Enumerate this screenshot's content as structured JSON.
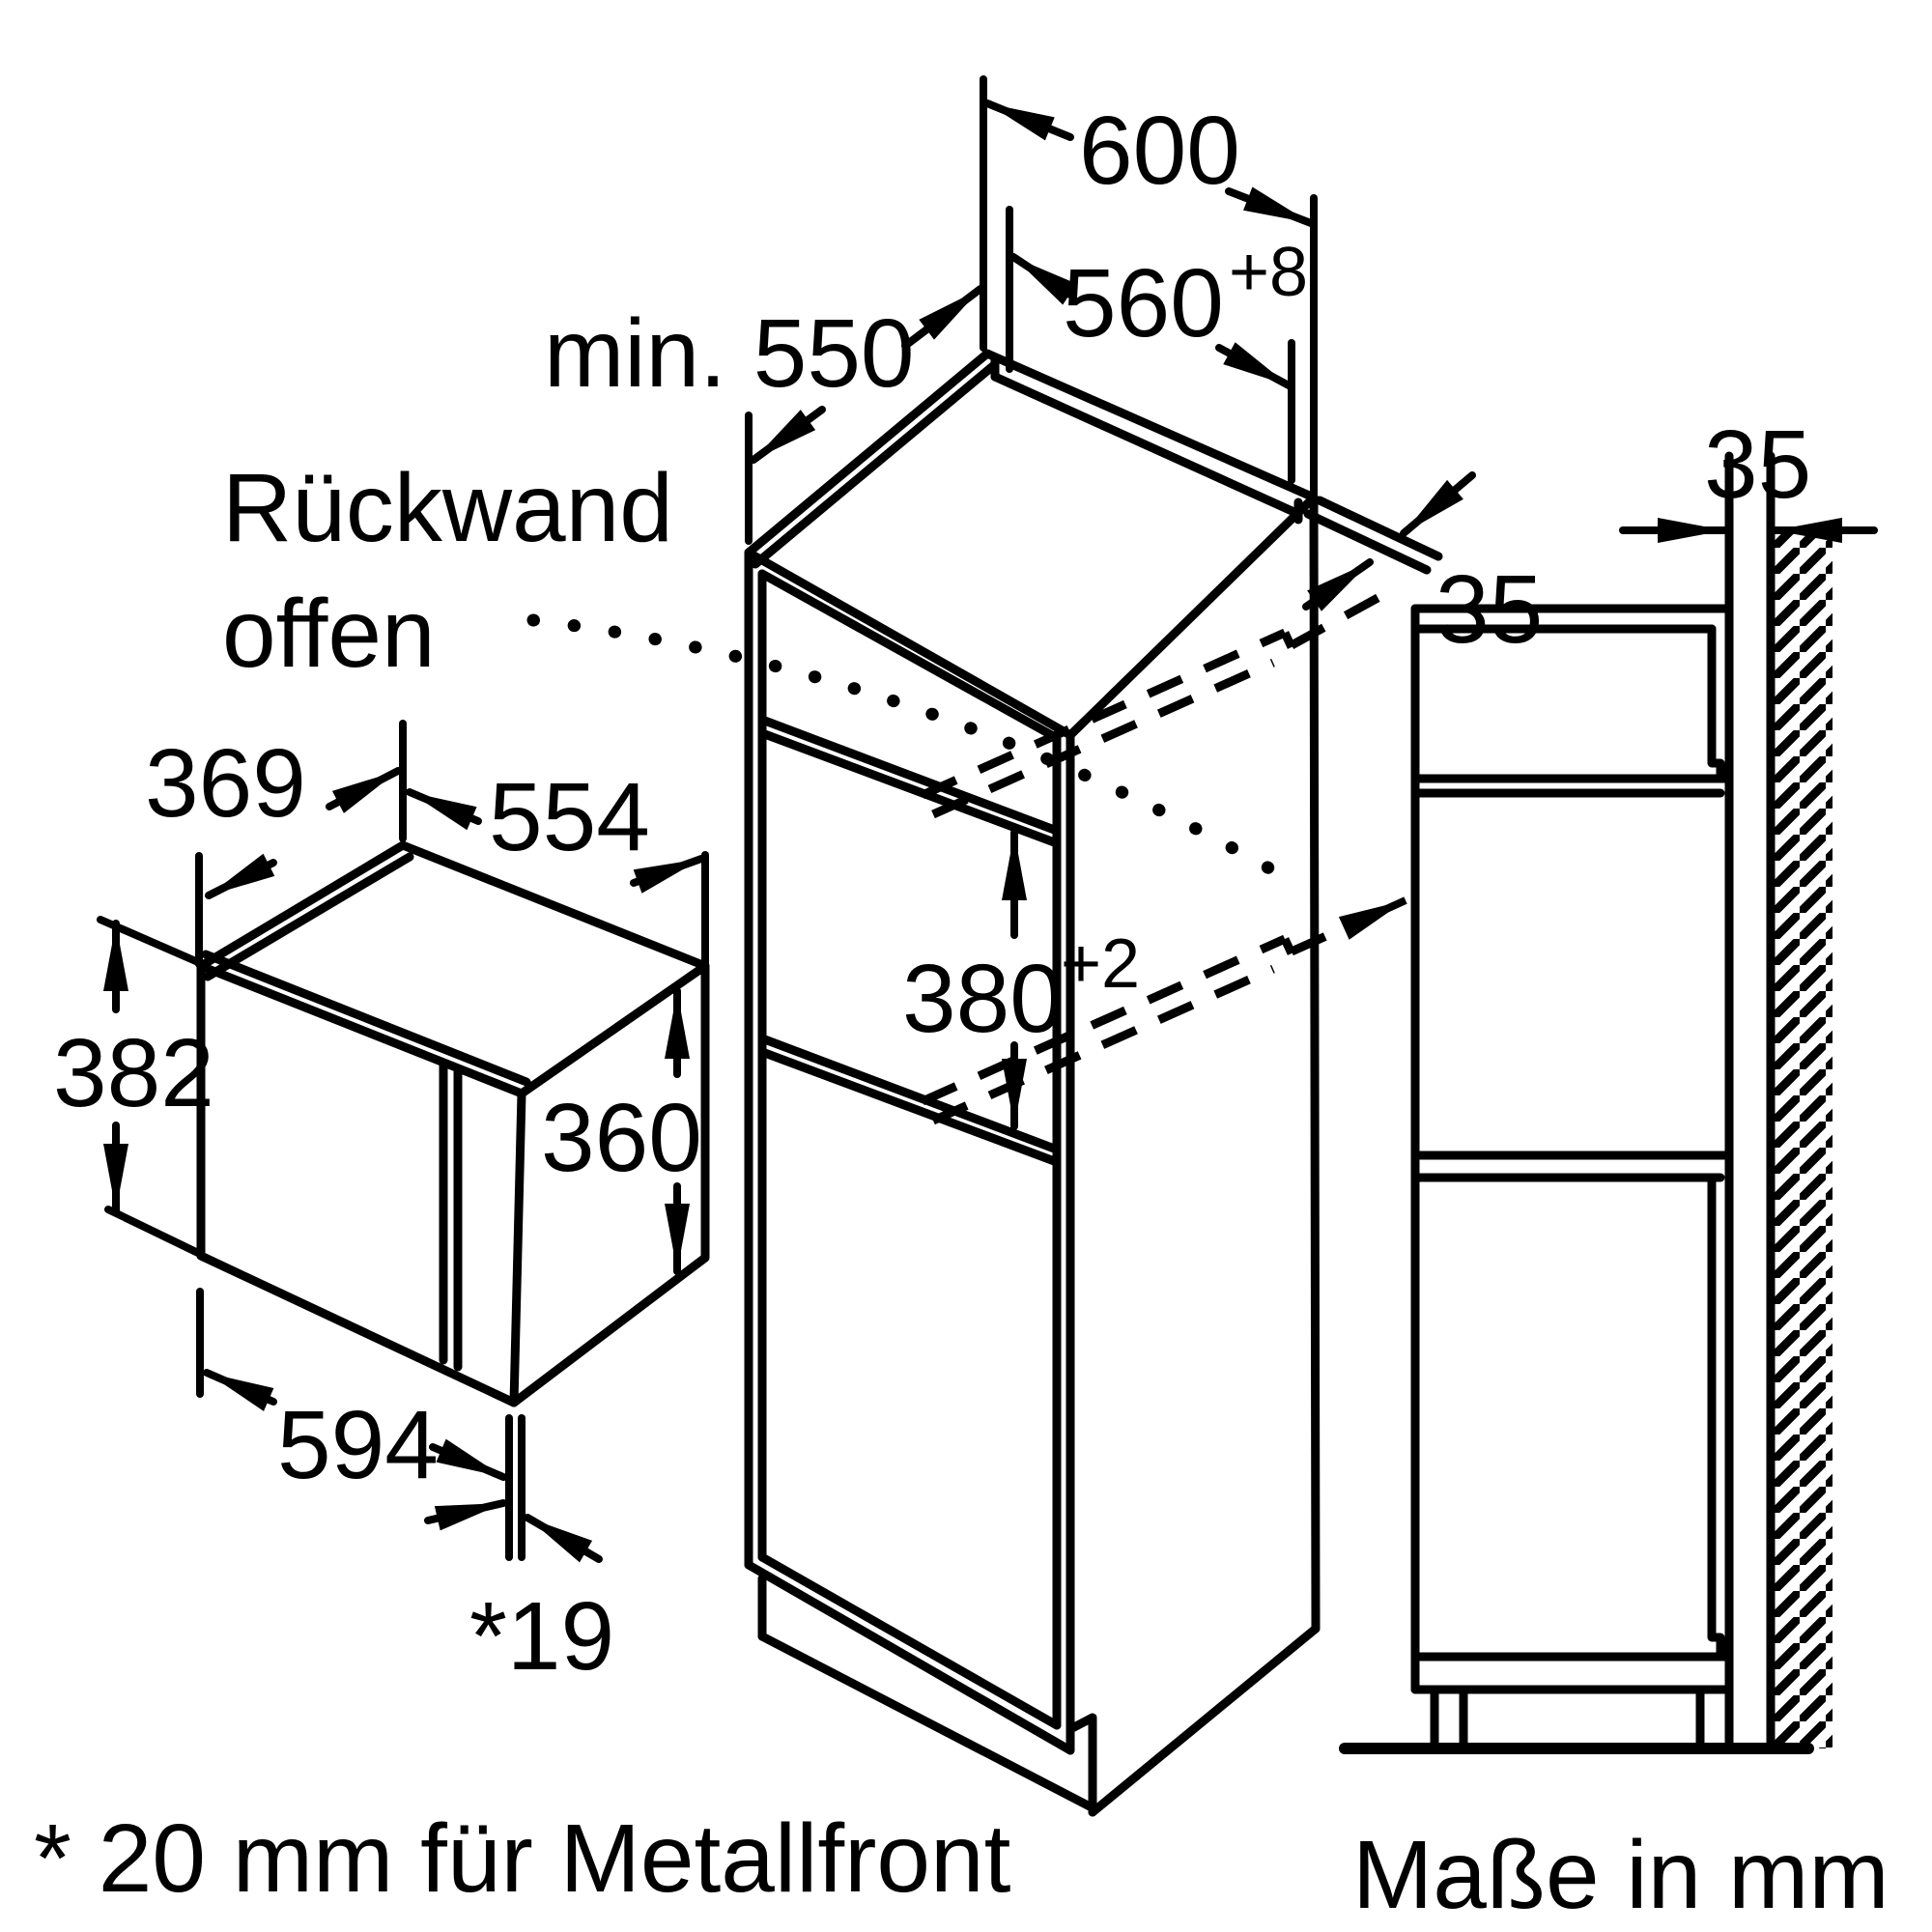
{
  "notes": {
    "metal_front": "* 20 mm für Metallfront",
    "units": "Maße in mm",
    "back_panel_line1": "Rückwand",
    "back_panel_line2": "offen"
  },
  "microwave": {
    "depth": "369",
    "top_width": "554",
    "height_left": "382",
    "height_right": "360",
    "front_width": "594",
    "front_overhang": "*19"
  },
  "cabinet": {
    "outer_width": "600",
    "min_depth": "min. 550",
    "niche_width": "560",
    "niche_width_tolerance": "+8",
    "niche_height": "380",
    "niche_height_tolerance": "+2",
    "rear_gap": "35"
  },
  "side_view": {
    "wall_gap": "35"
  },
  "colors": {
    "line": "#000000",
    "background": "#ffffff"
  }
}
